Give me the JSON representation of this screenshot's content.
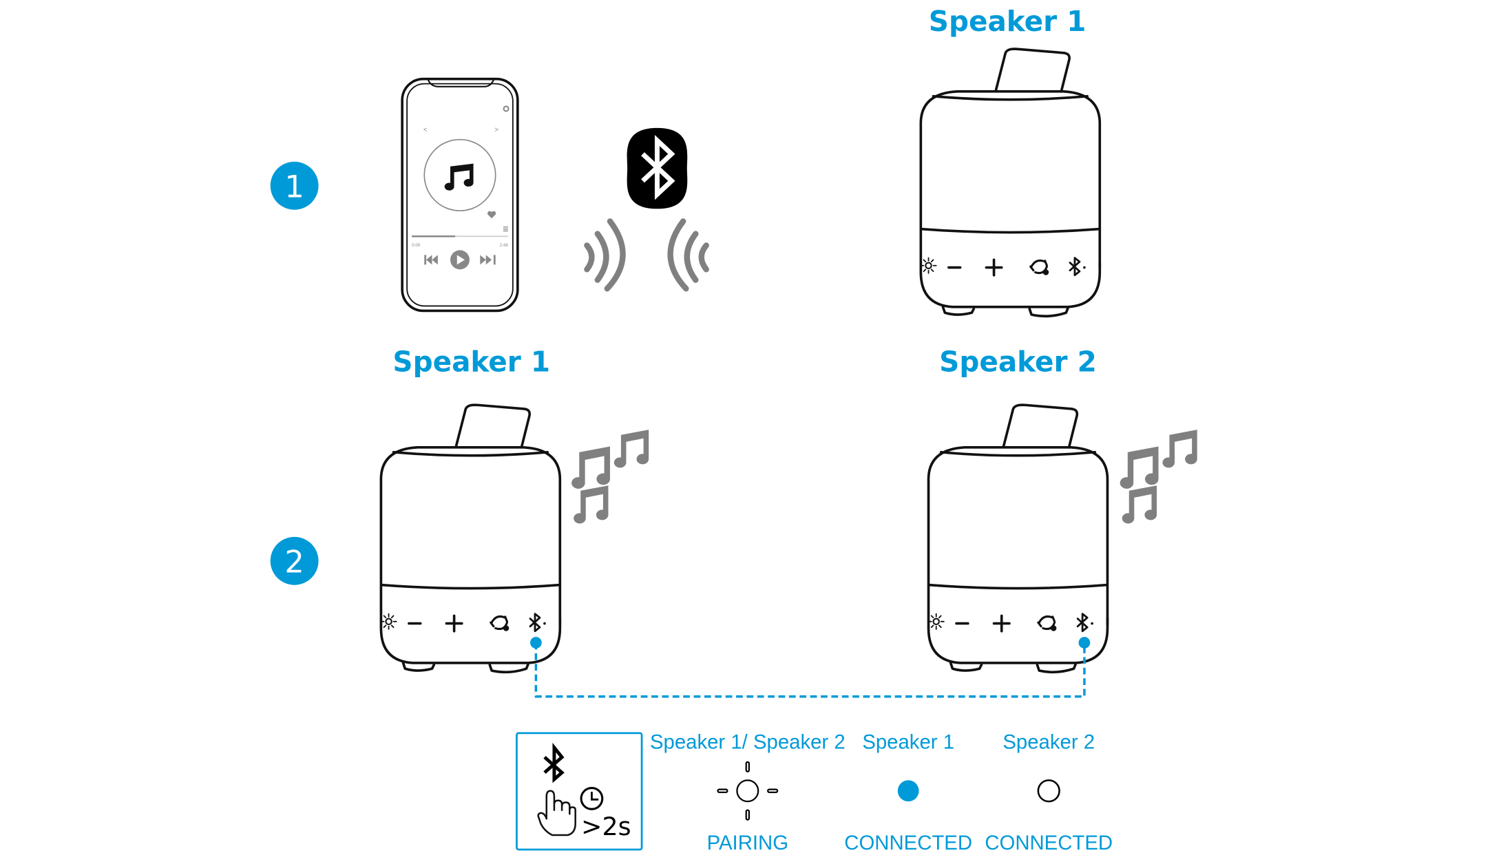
{
  "colors": {
    "accent": "#009ad8",
    "icon_grey": "#808080",
    "line": "#111111"
  },
  "steps": [
    {
      "number": "1"
    },
    {
      "number": "2"
    }
  ],
  "phone": {
    "time_elapsed": "0:00",
    "time_total": "2:48",
    "prev_arrow": "<",
    "next_arrow": ">",
    "progress": 0.45
  },
  "labels": {
    "top_speaker": "Speaker 1",
    "bottom_left_speaker": "Speaker 1",
    "bottom_right_speaker": "Speaker 2"
  },
  "speaker_buttons": {
    "minus": "−",
    "plus": "+"
  },
  "legend": {
    "press_duration": ">2s",
    "items": [
      {
        "title": "Speaker 1/ Speaker 2",
        "state": "PAIRING",
        "indicator": "blinking"
      },
      {
        "title": "Speaker 1",
        "state": "CONNECTED",
        "indicator": "solid-blue"
      },
      {
        "title": "Speaker 2",
        "state": "CONNECTED",
        "indicator": "off"
      }
    ]
  }
}
